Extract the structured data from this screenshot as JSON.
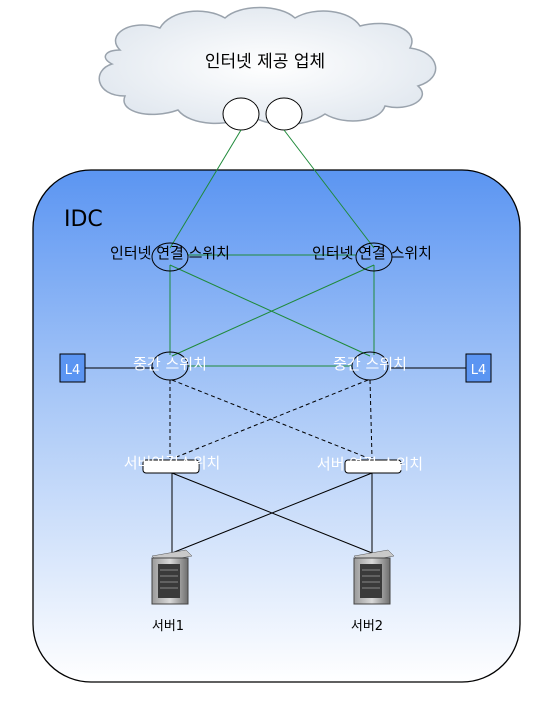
{
  "cloud": {
    "label": "인터넷 제공 업체"
  },
  "idc": {
    "label": "IDC"
  },
  "internet_switches": [
    {
      "label": "인터넷 연결 스위치"
    },
    {
      "label": "인터넷 연결 스위치"
    }
  ],
  "core_switches": [
    {
      "label": "중간 스위치"
    },
    {
      "label": "중간 스위치"
    }
  ],
  "l4": [
    {
      "label": "L4"
    },
    {
      "label": "L4"
    }
  ],
  "server_switches": [
    {
      "label": "서버연결스위치"
    },
    {
      "label": "서버 연결 스위치"
    }
  ],
  "servers": [
    {
      "label": "서버1"
    },
    {
      "label": "서버2"
    }
  ],
  "colors": {
    "idc_top": "#5b95f2",
    "idc_bottom": "#ffffff",
    "green_link": "#1f8a3a",
    "cloud_fill": "#e9eef3"
  }
}
